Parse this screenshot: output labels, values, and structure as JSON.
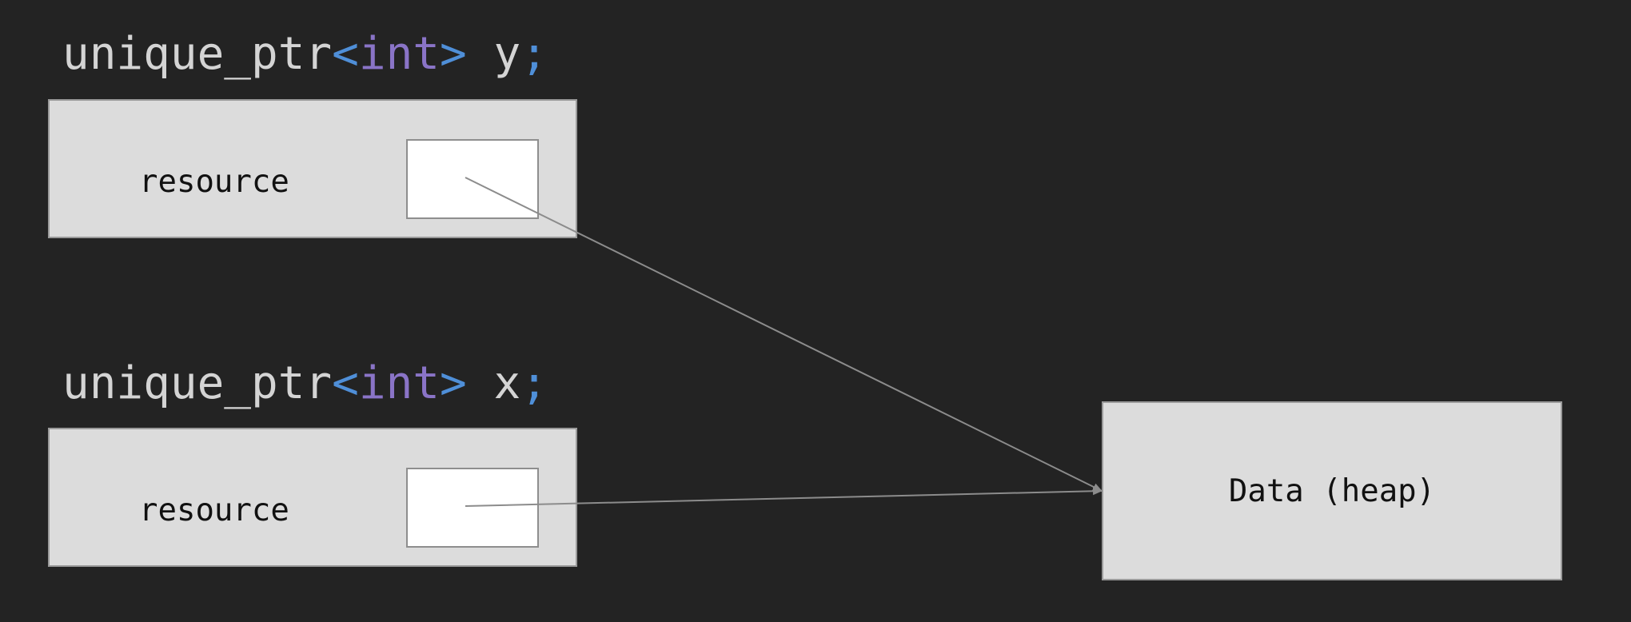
{
  "declarations": {
    "y": {
      "type_name": "unique_ptr",
      "open_bracket": "<",
      "template_arg": "int",
      "close_bracket": ">",
      "var_name": " y",
      "semicolon": ";"
    },
    "x": {
      "type_name": "unique_ptr",
      "open_bracket": "<",
      "template_arg": "int",
      "close_bracket": ">",
      "var_name": " x",
      "semicolon": ";"
    }
  },
  "pointer_boxes": {
    "y": {
      "field_label": "resource"
    },
    "x": {
      "field_label": "resource"
    }
  },
  "heap": {
    "label": "Data (heap)"
  },
  "colors": {
    "background": "#232323",
    "box_fill": "#dcdcdc",
    "slot_fill": "#ffffff",
    "arrow": "#8c8c8c",
    "keyword_bracket": "#4f8fd8",
    "keyword_int": "#8a74c7",
    "code_text": "#d4d4d4"
  }
}
